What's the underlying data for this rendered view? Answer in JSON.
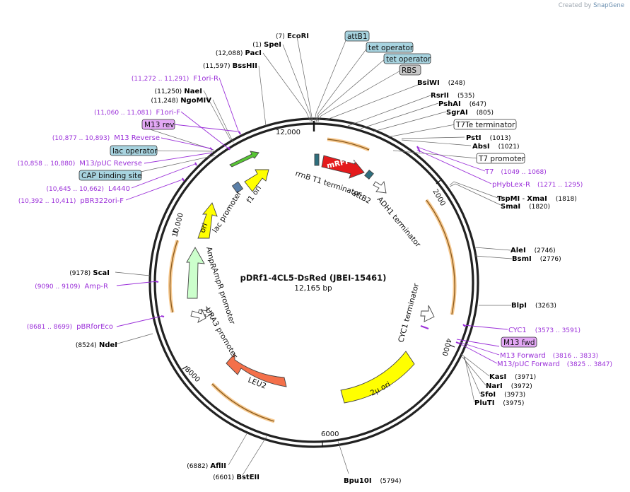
{
  "app": {
    "credit_prefix": "Created by",
    "credit_brand": "SnapGene"
  },
  "plasmid": {
    "name": "pDRf1-4CL5-DsRed (JBEI-15461)",
    "size_label": "12,165 bp"
  },
  "ticks": [
    "12,000",
    "2000",
    "4000",
    "6000",
    "8000",
    "10,000"
  ],
  "features": [
    {
      "name": "mRFP1",
      "color": "#e41a1c"
    },
    {
      "name": "2μ ori",
      "color": "#ffff00"
    },
    {
      "name": "LEU2",
      "color": "#f4704a"
    },
    {
      "name": "AmpR",
      "color": "#ccffcc"
    },
    {
      "name": "ori",
      "color": "#ffff00"
    },
    {
      "name": "f1 ori",
      "color": "#ffff00"
    }
  ],
  "inner_labels": [
    "rrnB T1 terminator",
    "attB2",
    "ADH1 terminator",
    "CYC1 terminator",
    "2μ ori",
    "LEU2",
    "URA3 promoter",
    "AmpR promoter",
    "AmpR",
    "ori",
    "lac promoter",
    "f1 ori",
    "mRFP1"
  ],
  "enzymes_top": [
    {
      "pos": "(7)",
      "name": "EcoRI"
    },
    {
      "pos": "(1)",
      "name": "SpeI"
    },
    {
      "pos": "(12,088)",
      "name": "PacI"
    },
    {
      "pos": "(11,597)",
      "name": "BssHII"
    },
    {
      "pos": "(11,250)",
      "name": "NaeI"
    },
    {
      "pos": "(11,248)",
      "name": "NgoMIV"
    }
  ],
  "enzymes_right": [
    {
      "name": "BsiWI",
      "pos": "(248)"
    },
    {
      "name": "RsrII",
      "pos": "(535)"
    },
    {
      "name": "PshAI",
      "pos": "(647)"
    },
    {
      "name": "SgrAI",
      "pos": "(805)"
    },
    {
      "name": "PstI",
      "pos": "(1013)"
    },
    {
      "name": "AbsI",
      "pos": "(1021)"
    },
    {
      "name": "TspMI",
      "pos": ""
    },
    {
      "name": "XmaI",
      "pos": "(1818)"
    },
    {
      "name": "SmaI",
      "pos": "(1820)"
    },
    {
      "name": "AleI",
      "pos": "(2746)"
    },
    {
      "name": "BsmI",
      "pos": "(2776)"
    },
    {
      "name": "BlpI",
      "pos": "(3263)"
    },
    {
      "name": "KasI",
      "pos": "(3971)"
    },
    {
      "name": "NarI",
      "pos": "(3972)"
    },
    {
      "name": "SfoI",
      "pos": "(3973)"
    },
    {
      "name": "PluTI",
      "pos": "(3975)"
    }
  ],
  "enzymes_bottom": [
    {
      "pos": "(6882)",
      "name": "AflII"
    },
    {
      "pos": "(6601)",
      "name": "BstEII"
    },
    {
      "name": "Bpu10I",
      "pos": "(5794)"
    }
  ],
  "enzymes_left": [
    {
      "pos": "(9178)",
      "name": "ScaI"
    },
    {
      "pos": "(8524)",
      "name": "NdeI"
    }
  ],
  "primers_left": [
    {
      "range": "(11,272 .. 11,291)",
      "name": "F1ori-R"
    },
    {
      "range": "(11,060 .. 11,081)",
      "name": "F1ori-F"
    },
    {
      "range": "(10,877 .. 10,893)",
      "name": "M13 Reverse"
    },
    {
      "range": "(10,858 .. 10,880)",
      "name": "M13/pUC Reverse"
    },
    {
      "range": "(10,645 .. 10,662)",
      "name": "L4440"
    },
    {
      "range": "(10,392 .. 10,411)",
      "name": "pBR322ori-F"
    },
    {
      "range": "(9090 .. 9109)",
      "name": "Amp-R"
    },
    {
      "range": "(8681 .. 8699)",
      "name": "pBRforEco"
    }
  ],
  "primers_right": [
    {
      "name": "T7",
      "range": "(1049 .. 1068)"
    },
    {
      "name": "pHybLex-R",
      "range": "(1271 .. 1295)"
    },
    {
      "name": "CYC1",
      "range": "(3573 .. 3591)"
    },
    {
      "name": "M13 Forward",
      "range": "(3816 .. 3833)"
    },
    {
      "name": "M13/pUC Forward",
      "range": "(3825 .. 3847)"
    }
  ],
  "boxes": {
    "attB1": "attB1",
    "tet1": "tet operator",
    "tet2": "tet operator",
    "rbs": "RBS",
    "t7te": "T7Te terminator",
    "t7p": "T7 promoter",
    "m13fwd": "M13 fwd",
    "m13rev": "M13 rev",
    "lacop": "lac operator",
    "cap": "CAP binding site"
  },
  "colors": {
    "primer": "#9b30d9",
    "box_teal": "#a7d3df",
    "box_purple": "#e3a8f5",
    "box_gray": "#c8c8c8",
    "box_white": "#ffffff"
  }
}
